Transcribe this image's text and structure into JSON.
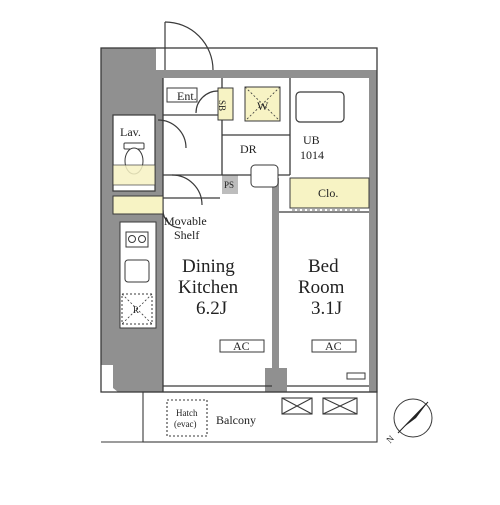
{
  "plan": {
    "rooms": {
      "dining_kitchen": {
        "line1": "Dining",
        "line2": "Kitchen",
        "size": "6.2J"
      },
      "bedroom": {
        "line1": "Bed",
        "line2": "Room",
        "size": "3.1J"
      }
    },
    "labels": {
      "ent": "Ent.",
      "sb": "SB",
      "w": "W",
      "ub": "UB",
      "ub_size": "1014",
      "dr": "DR",
      "lav": "Lav.",
      "ps": "PS",
      "clo": "Clo.",
      "movable": "Movable",
      "shelf": "Shelf",
      "r": "R",
      "ac_dk": "AC",
      "ac_br": "AC",
      "hatch": "Hatch",
      "hatch_note": "(evac)",
      "balcony": "Balcony",
      "north": "N"
    },
    "colors": {
      "wall": "#909090",
      "storage": "#f7f3c4",
      "line": "#3a3a3a"
    }
  }
}
